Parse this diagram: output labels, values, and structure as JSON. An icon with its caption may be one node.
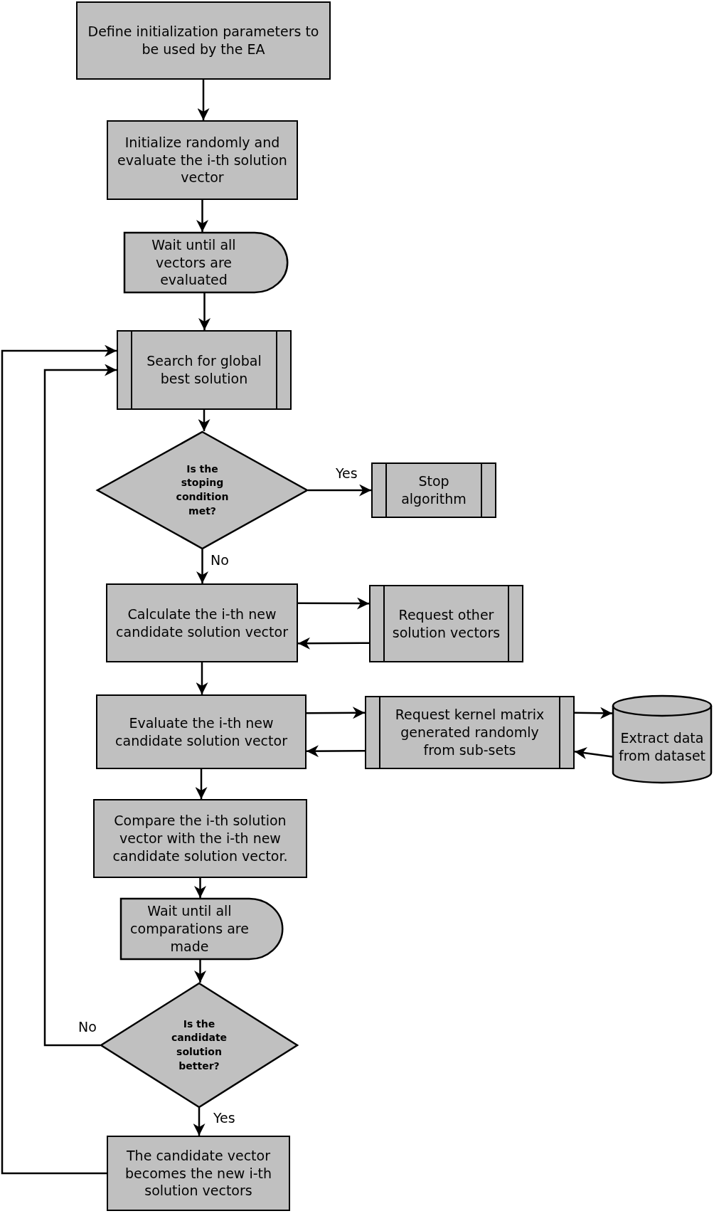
{
  "diagram": {
    "nodes": [
      {
        "text": [
          "Define initialization parameters to be used by the EA"
        ]
      },
      {
        "text": [
          "Initialize randomly and evaluate the i-th solution vector"
        ]
      },
      {
        "text": [
          "Wait until all vectors are evaluated"
        ]
      },
      {
        "text": [
          "Search for global best solution"
        ]
      },
      {
        "text": [
          "Is the stoping condition met?"
        ]
      },
      {
        "text": [
          "Stop algorithm"
        ]
      },
      {
        "text": [
          "Calculate the i-th new candidate solution vector"
        ]
      },
      {
        "text": [
          "Request other solution vectors"
        ]
      },
      {
        "text": [
          "Evaluate the i-th new candidate solution vector"
        ]
      },
      {
        "text": [
          "Request kernel matrix generated randomly from sub-sets"
        ]
      },
      {
        "text": [
          "Extract data from dataset"
        ]
      },
      {
        "text": [
          "Compare the i-th solution vector with the i-th new candidate solution vector."
        ]
      },
      {
        "text": [
          "Wait until all comparations are made"
        ]
      },
      {
        "text": [
          "Is the candidate solution better?"
        ]
      },
      {
        "text": [
          "The candidate vector becomes the new i-th solution vectors"
        ]
      }
    ],
    "edges": [
      {
        "from": 0,
        "to": 1,
        "arrow": "to"
      },
      {
        "from": 1,
        "to": 2,
        "arrow": "to"
      },
      {
        "from": 2,
        "to": 3,
        "arrow": "to"
      },
      {
        "from": 3,
        "to": 4,
        "arrow": "to"
      },
      {
        "from": 4,
        "to": 5,
        "arrow": "to",
        "label": "Yes"
      },
      {
        "from": 4,
        "to": 6,
        "arrow": "to",
        "label": "No"
      },
      {
        "from": 6,
        "to": 7,
        "arrow": "to"
      },
      {
        "from": 7,
        "to": 6,
        "arrow": "to"
      },
      {
        "from": 8,
        "to": 9,
        "arrow": "to"
      },
      {
        "from": 9,
        "to": 8,
        "arrow": "to"
      },
      {
        "from": 9,
        "to": 10,
        "arrow": "to"
      },
      {
        "from": 10,
        "to": 9,
        "arrow": "to"
      },
      {
        "from": 6,
        "to": 8,
        "arrow": "to"
      },
      {
        "from": 8,
        "to": 11,
        "arrow": "to"
      },
      {
        "from": 11,
        "to": 12,
        "arrow": "to"
      },
      {
        "from": 12,
        "to": 13,
        "arrow": "to"
      },
      {
        "from": 13,
        "to": 3,
        "arrow": "to",
        "label": "No"
      },
      {
        "from": 13,
        "to": 14,
        "arrow": "to",
        "label": "Yes"
      },
      {
        "from": 14,
        "to": 3,
        "arrow": "to"
      }
    ]
  }
}
